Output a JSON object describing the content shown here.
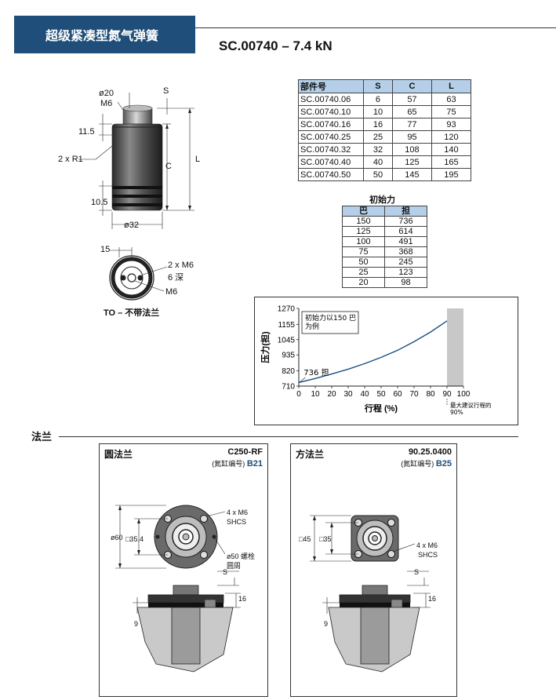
{
  "header": {
    "title": "超级紧凑型氮气弹簧",
    "model": "SC.00740 – 7.4 kN"
  },
  "drawing": {
    "dia_top": "ø20",
    "thread_top": "M6",
    "dim_s": "S",
    "dim_115": "11.5",
    "radius": "2 x R1",
    "dim_c": "C",
    "dim_l": "L",
    "dim_105": "10.5",
    "dia_body": "ø32",
    "bottom_15": "15",
    "bottom_holes": "2 x M6",
    "bottom_depth": "6 深",
    "bottom_center": "M6",
    "caption": "TO – 不带法兰"
  },
  "parts_table": {
    "headers": [
      "部件号",
      "S",
      "C",
      "L"
    ],
    "rows": [
      [
        "SC.00740.06",
        "6",
        "57",
        "63"
      ],
      [
        "SC.00740.10",
        "10",
        "65",
        "75"
      ],
      [
        "SC.00740.16",
        "16",
        "77",
        "93"
      ],
      [
        "SC.00740.25",
        "25",
        "95",
        "120"
      ],
      [
        "SC.00740.32",
        "32",
        "108",
        "140"
      ],
      [
        "SC.00740.40",
        "40",
        "125",
        "165"
      ],
      [
        "SC.00740.50",
        "50",
        "145",
        "195"
      ]
    ]
  },
  "force_table": {
    "title": "初始力",
    "headers": [
      "巴",
      "担"
    ],
    "rows": [
      [
        "150",
        "736"
      ],
      [
        "125",
        "614"
      ],
      [
        "100",
        "491"
      ],
      [
        "75",
        "368"
      ],
      [
        "50",
        "245"
      ],
      [
        "25",
        "123"
      ],
      [
        "20",
        "98"
      ]
    ]
  },
  "chart_data": {
    "type": "line",
    "title": "",
    "xlabel": "行程 (%)",
    "ylabel": "压力(担)",
    "xlim": [
      0,
      100
    ],
    "ylim": [
      710,
      1270
    ],
    "x_ticks": [
      "0",
      "10",
      "20",
      "30",
      "40",
      "50",
      "60",
      "70",
      "80",
      "90",
      "100"
    ],
    "y_ticks": [
      "710",
      "820",
      "935",
      "1045",
      "1155",
      "1270"
    ],
    "series": [
      {
        "name": "",
        "x": [
          0,
          10,
          20,
          30,
          40,
          50,
          60,
          70,
          80,
          90
        ],
        "y": [
          736,
          765,
          797,
          832,
          872,
          917,
          968,
          1030,
          1100,
          1180
        ]
      }
    ],
    "annotations": {
      "box_note": "初始力以150 巴\n为例",
      "start_label": "736 担",
      "max_note": "最大建议行程的\n90%"
    },
    "shaded_from": 90,
    "grid": false,
    "colors": {
      "line": "#1a4f80",
      "shade": "#c8c8c8"
    }
  },
  "flange_section": {
    "label": "法兰",
    "round": {
      "name": "圆法兰",
      "code": "C250-RF",
      "ref_label": "(氮缸编号)",
      "ref_code": "B21",
      "dim_60": "ø60",
      "dim_354": "□35.4",
      "bolts": "4 x M6",
      "bolts2": "SHCS",
      "pcd": "ø50 螺栓",
      "pcd2": "圆周",
      "dim_s": "S",
      "dim_16": "16",
      "dim_9": "9"
    },
    "square": {
      "name": "方法兰",
      "code": "90.25.0400",
      "ref_label": "(氮缸编号)",
      "ref_code": "B25",
      "dim_45": "□45",
      "dim_35": "□35",
      "bolts": "4 x M6",
      "bolts2": "SHCS",
      "dim_s": "S",
      "dim_16": "16",
      "dim_9": "9"
    }
  }
}
